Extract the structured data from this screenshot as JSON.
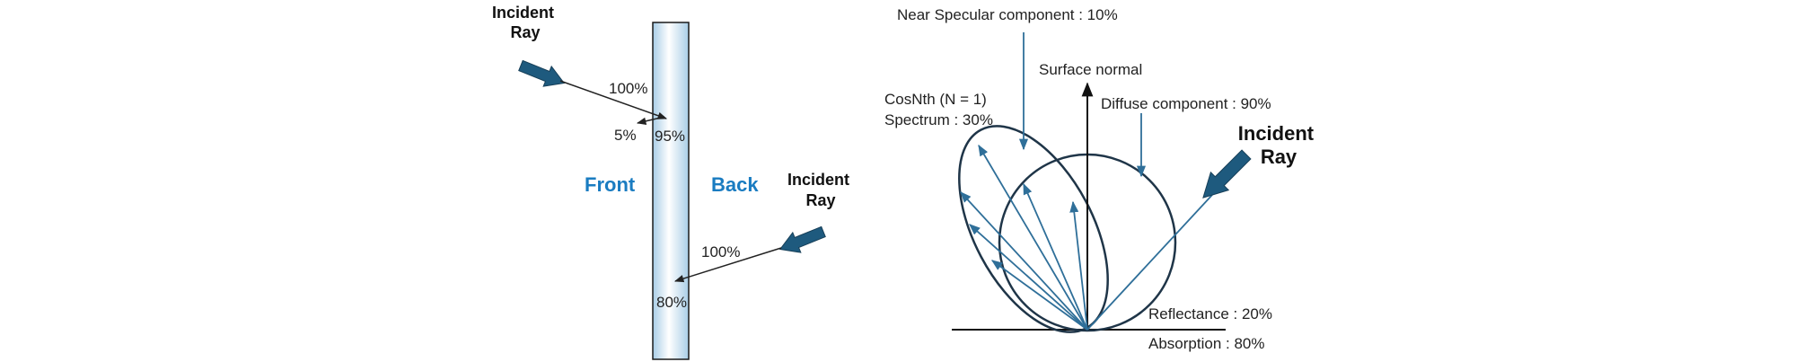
{
  "left_panel": {
    "incident_top": [
      "Incident",
      "Ray"
    ],
    "incident_right": [
      "Incident",
      "Ray"
    ],
    "front": "Front",
    "back": "Back",
    "pct_top_in": "100%",
    "pct_top_reflect": "5%",
    "pct_top_trans": "95%",
    "pct_bottom_in": "100%",
    "pct_bottom_trans": "80%"
  },
  "right_panel": {
    "near_specular": "Near Specular component : 10%",
    "surface_normal": "Surface normal",
    "cosnth_line1": "CosNth (N = 1)",
    "cosnth_line2": "Spectrum : 30%",
    "diffuse": "Diffuse component : 90%",
    "incident": [
      "Incident",
      "Ray"
    ],
    "reflectance": "Reflectance : 20%",
    "absorption": "Absorption : 80%"
  },
  "colors": {
    "accent_blue": "#1a7cc1",
    "arrow_fill": "#1e5a7e",
    "line_blue": "#2f6f99",
    "glass_edge": "#8fb6d1"
  }
}
